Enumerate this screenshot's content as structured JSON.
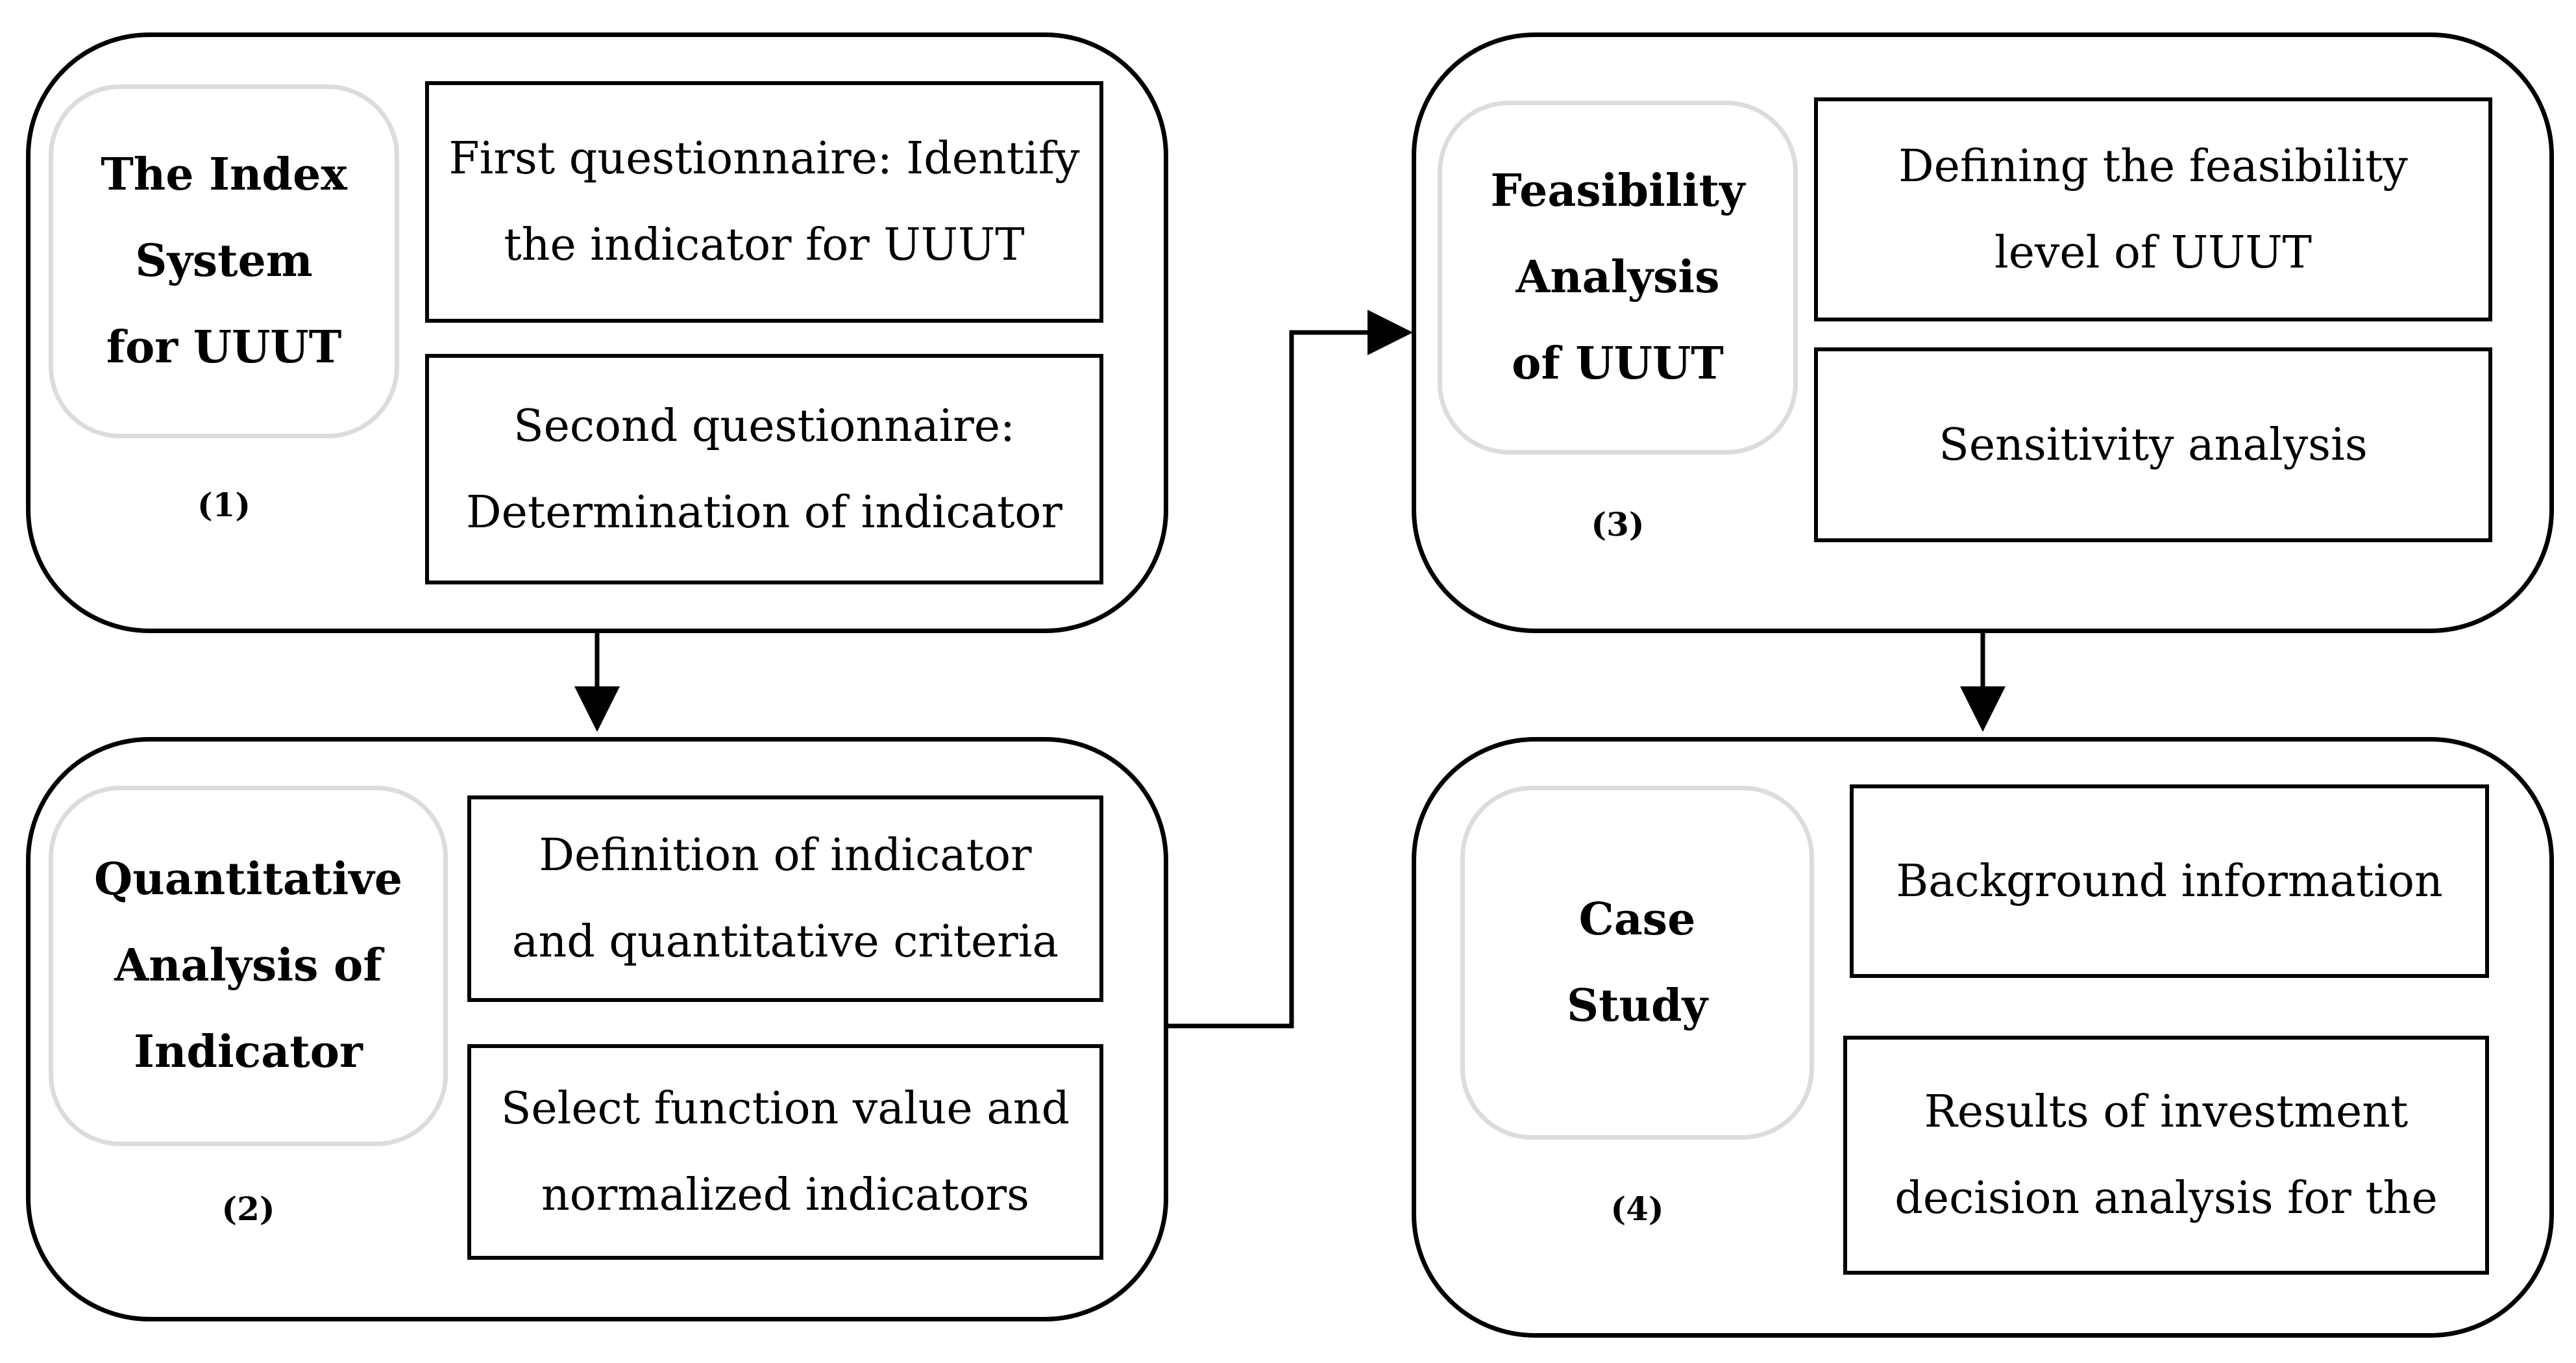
{
  "diagram": {
    "steps": [
      {
        "title_lines": [
          "The Index",
          "System",
          "for UUUT"
        ],
        "number": "(1)",
        "tasks": [
          {
            "lines": [
              "First questionnaire: Identify",
              "the indicator for UUUT"
            ]
          },
          {
            "lines": [
              "Second questionnaire:",
              "Determination of indicator"
            ]
          }
        ]
      },
      {
        "title_lines": [
          "Quantitative",
          "Analysis of",
          "Indicator"
        ],
        "number": "(2)",
        "tasks": [
          {
            "lines": [
              "Definition of indicator",
              "and quantitative criteria"
            ]
          },
          {
            "lines": [
              "Select function value and",
              "normalized indicators"
            ]
          }
        ]
      },
      {
        "title_lines": [
          "Feasibility",
          "Analysis",
          "of UUUT"
        ],
        "number": "(3)",
        "tasks": [
          {
            "lines": [
              "Defining the feasibility",
              "level of UUUT"
            ]
          },
          {
            "lines": [
              "Sensitivity analysis"
            ]
          }
        ]
      },
      {
        "title_lines": [
          "Case",
          "Study"
        ],
        "number": "(4)",
        "tasks": [
          {
            "lines": [
              "Background information"
            ]
          },
          {
            "lines": [
              "Results of investment",
              "decision analysis for the"
            ]
          }
        ]
      }
    ],
    "connectors": [
      {
        "from": "(1)",
        "to": "(2)"
      },
      {
        "from": "(2)",
        "to": "(3)"
      },
      {
        "from": "(3)",
        "to": "(4)"
      }
    ]
  }
}
